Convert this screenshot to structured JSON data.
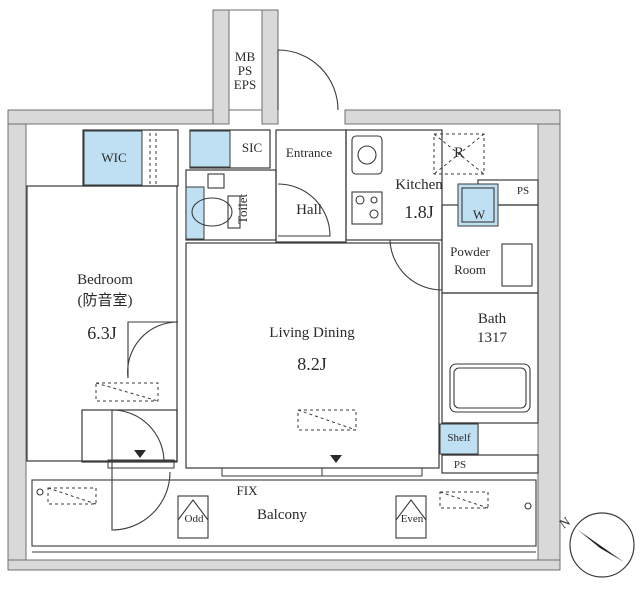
{
  "rooms": {
    "bedroom": {
      "name": "Bedroom",
      "note": "(防音室)",
      "size": "6.3J"
    },
    "living": {
      "name": "Living Dining",
      "size": "8.2J"
    },
    "kitchen": {
      "name": "Kitchen",
      "size": "1.8J"
    },
    "wic": "WIC",
    "sic": "SIC",
    "entrance": "Entrance",
    "hall": "Hall",
    "toilet": "Toilet",
    "powder": {
      "line1": "Powder",
      "line2": "Room"
    },
    "bath": {
      "name": "Bath",
      "size": "1317"
    },
    "shelf": "Shelf",
    "balcony": "Balcony"
  },
  "shaft": {
    "line1": "MB",
    "line2": "PS",
    "line3": "EPS"
  },
  "marks": {
    "ps_top": "PS",
    "ps_bottom": "PS",
    "fix": "FIX",
    "odd": "Odd",
    "even": "Even",
    "fridge": "R",
    "washer": "W"
  },
  "compass": {
    "north": "N"
  },
  "colors": {
    "wall": "#d9d9d9",
    "wall_edge": "#6f6f6f",
    "storage": "#bfe0f3",
    "line": "#3a3a3a"
  }
}
